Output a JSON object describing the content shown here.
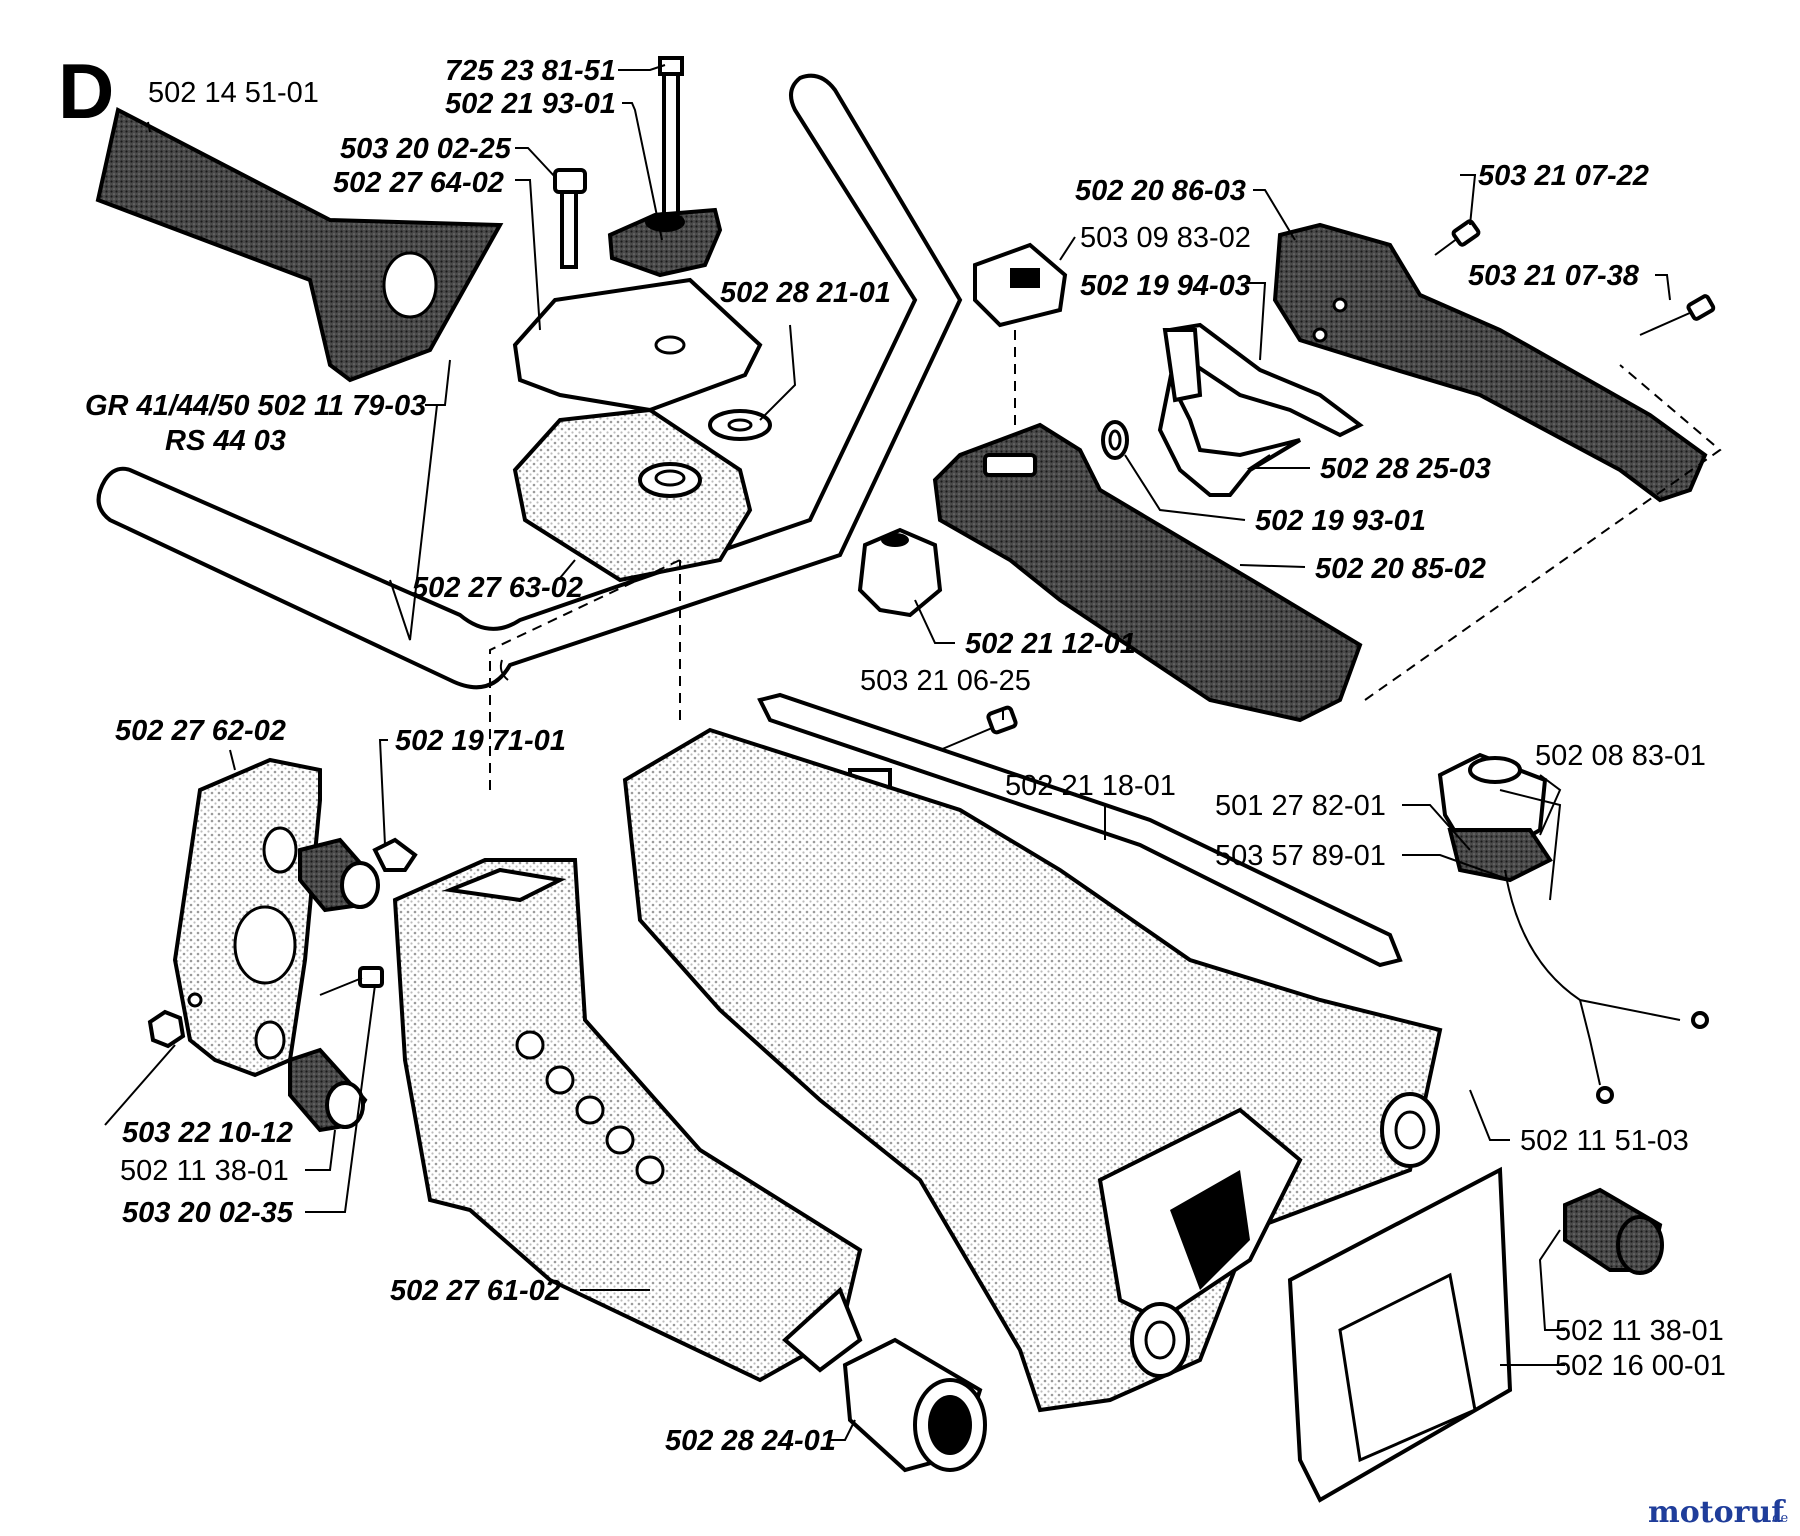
{
  "section_letter": "D",
  "brand": {
    "name": "motoruf",
    "suffix": ".de"
  },
  "labels": {
    "grip_left": "502 14 51-01",
    "bolt_long": "725 23 81-51",
    "knob": "502 21 93-01",
    "screw_top": "503 20 02-25",
    "clamp_top": "502 27 64-02",
    "washer": "502 28 21-01",
    "handle_bar_a": "GR 41/44/50 502 11 79-03",
    "handle_bar_b": "RS 44 03",
    "clamp_bottom": "502 27 63-02",
    "handle_cover": "502 20 86-03",
    "switch": "503 09 83-02",
    "switch_lever": "502 19 94-03",
    "screw_a": "503 21 07-22",
    "screw_b": "503 21 07-38",
    "throttle": "502 28 25-03",
    "spring": "502 19 93-01",
    "handle_body": "502 20 85-02",
    "cable_clip": "502 21 12-01",
    "screw_c": "503 21 06-25",
    "plate": "502 27 62-02",
    "nut_sq": "502 19 71-01",
    "cable": "502 21 18-01",
    "tank_cap": "502 08 83-01",
    "gasket": "501 27 82-01",
    "strap": "503 57 89-01",
    "nut_hex": "503 22 10-12",
    "bushing_left": "502 11 38-01",
    "screw_d": "503 20 02-35",
    "tank": "502 11 51-03",
    "support_arm": "502 27 61-02",
    "bushing_right": "502 11 38-01",
    "cover_plate": "502 16 00-01",
    "sleeve": "502 28 24-01"
  }
}
